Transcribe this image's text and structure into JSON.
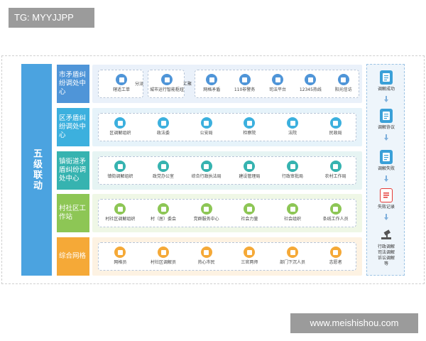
{
  "watermark_top": "TG: MYYJJPP",
  "watermark_bottom": "www.meishishou.com",
  "main_title": "五级联动",
  "colors": {
    "main_bar": "#4ba3e0",
    "level1": "#4f95d8",
    "level2": "#3cb0de",
    "level3": "#36b3b0",
    "level4": "#8dc655",
    "level5": "#f5a937"
  },
  "levels": [
    {
      "label": "市矛盾纠纷调处中心",
      "groups": [
        {
          "items": [
            {
              "label": "辖适工单",
              "icon": "document-icon"
            }
          ]
        },
        {
          "items": [
            {
              "label": "城市运行智能枢纽",
              "icon": "building-icon"
            }
          ]
        },
        {
          "items": [
            {
              "label": "网格矛盾",
              "icon": "grid-icon"
            },
            {
              "label": "110非警务",
              "icon": "police-icon"
            },
            {
              "label": "司法平台",
              "icon": "justice-icon"
            },
            {
              "label": "12345热线",
              "icon": "phone-icon"
            },
            {
              "label": "阳光信访",
              "icon": "petition-icon"
            }
          ]
        }
      ],
      "connectors": [
        "分派",
        "汇聚"
      ]
    },
    {
      "label": "区矛盾纠纷调处中心",
      "items": [
        {
          "label": "区调解组织",
          "icon": "org-icon"
        },
        {
          "label": "政法委",
          "icon": "shield-icon"
        },
        {
          "label": "公安局",
          "icon": "police-icon"
        },
        {
          "label": "检察院",
          "icon": "court-icon"
        },
        {
          "label": "法院",
          "icon": "gavel-icon"
        },
        {
          "label": "民政局",
          "icon": "people-icon"
        }
      ]
    },
    {
      "label": "镇街道矛盾纠纷调处中心",
      "items": [
        {
          "label": "镇街调解组织",
          "icon": "org-icon"
        },
        {
          "label": "政党办公室",
          "icon": "office-icon"
        },
        {
          "label": "综合行政执法局",
          "icon": "law-icon"
        },
        {
          "label": "建设管理局",
          "icon": "building-icon"
        },
        {
          "label": "行政审批局",
          "icon": "approval-icon"
        },
        {
          "label": "农村工作局",
          "icon": "farm-icon"
        }
      ]
    },
    {
      "label": "村社区工作站",
      "items": [
        {
          "label": "村社区调解组织",
          "icon": "org-icon"
        },
        {
          "label": "村（居）委会",
          "icon": "committee-icon"
        },
        {
          "label": "党群服务中心",
          "icon": "party-icon"
        },
        {
          "label": "社会力量",
          "icon": "handshake-icon"
        },
        {
          "label": "社会组织",
          "icon": "people-icon"
        },
        {
          "label": "条线工作人员",
          "icon": "worker-icon"
        }
      ]
    },
    {
      "label": "综合网格",
      "items": [
        {
          "label": "网格员",
          "icon": "person-icon"
        },
        {
          "label": "村社区调解员",
          "icon": "mediator-icon"
        },
        {
          "label": "热心市民",
          "icon": "citizen-icon"
        },
        {
          "label": "三官两师",
          "icon": "grid-icon"
        },
        {
          "label": "部门下沉人员",
          "icon": "team-icon"
        },
        {
          "label": "志愿者",
          "icon": "volunteer-icon"
        }
      ]
    }
  ],
  "flow": [
    {
      "label": "调解成功",
      "icon": "document-check-icon"
    },
    {
      "label": "调解协议",
      "icon": "search-document-icon"
    },
    {
      "label": "调解失败",
      "icon": "document-arrow-icon"
    },
    {
      "label": "失败记录",
      "icon": "red-document-icon"
    },
    {
      "label": "行政调解\n司法调解\n诉讼调解\n等",
      "icon": "gavel-icon"
    }
  ]
}
